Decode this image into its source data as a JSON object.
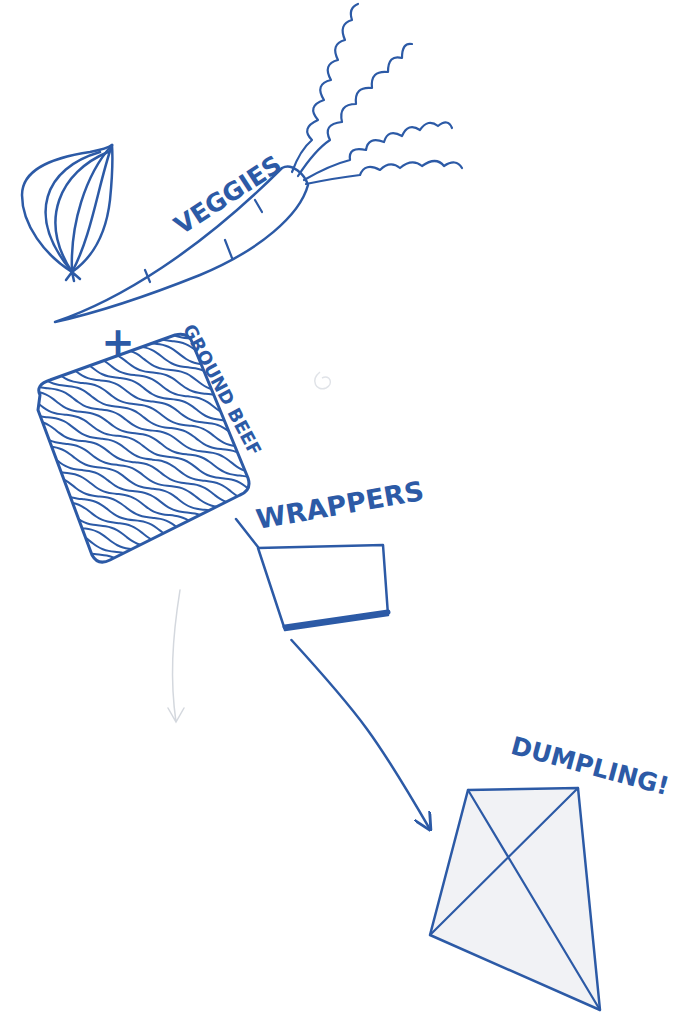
{
  "diagram": {
    "nodes": [
      {
        "text": [
          "VEGGIES"
        ]
      },
      {
        "text": [
          "GROUND BEEF"
        ]
      },
      {
        "text": [
          "WRAPPERS"
        ]
      },
      {
        "text": [
          "DUMPLING!"
        ]
      }
    ],
    "edges": [
      {
        "from": 2,
        "to": 3,
        "arrow": "to"
      }
    ],
    "labels": [
      "+"
    ]
  }
}
